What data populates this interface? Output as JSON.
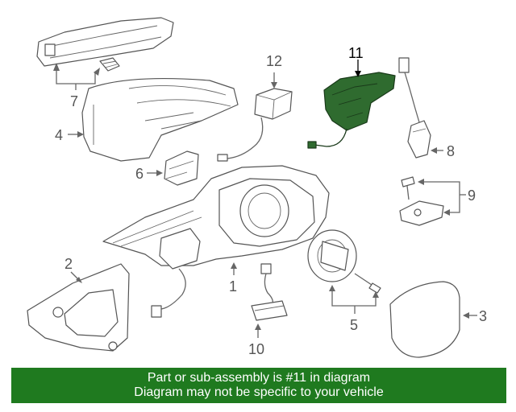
{
  "callouts": [
    {
      "id": "1",
      "label": "1"
    },
    {
      "id": "2",
      "label": "2"
    },
    {
      "id": "3",
      "label": "3"
    },
    {
      "id": "4",
      "label": "4"
    },
    {
      "id": "5",
      "label": "5"
    },
    {
      "id": "6",
      "label": "6"
    },
    {
      "id": "7",
      "label": "7"
    },
    {
      "id": "8",
      "label": "8"
    },
    {
      "id": "9",
      "label": "9"
    },
    {
      "id": "10",
      "label": "10"
    },
    {
      "id": "11",
      "label": "11"
    },
    {
      "id": "12",
      "label": "12"
    }
  ],
  "highlight_color": "#2f6b2f",
  "banner": {
    "line1": "Part or sub-assembly is #11 in diagram",
    "line2": "Diagram may not be specific to your vehicle",
    "background": "#1f7a1f"
  }
}
